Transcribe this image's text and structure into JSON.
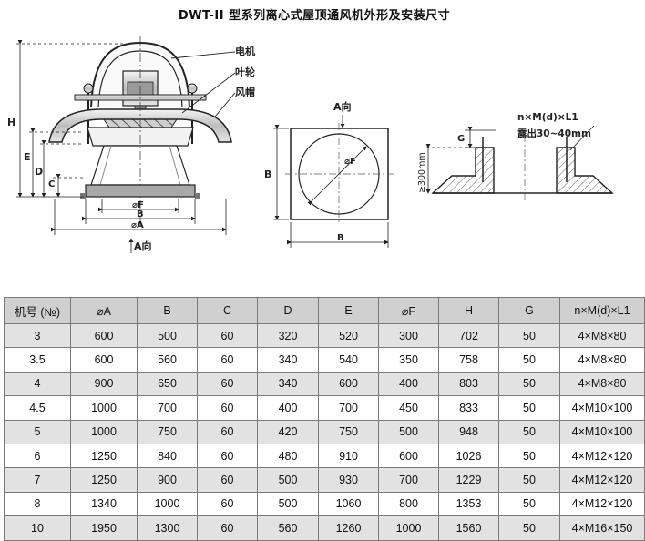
{
  "title": "DWT-II 型系列离心式屋顶通风机外形及安装尺寸",
  "drawing": {
    "front_view": {
      "callouts": [
        "电机",
        "叶轮",
        "风帽"
      ],
      "dims": [
        "H",
        "E",
        "D",
        "C",
        "⌀F",
        "B",
        "⌀A"
      ],
      "arrow_label": "A向"
    },
    "top_view": {
      "view_label": "A向",
      "dims": [
        "⌀F",
        "B",
        "B"
      ]
    },
    "base_view": {
      "bolt_label": "n×M(d)×L1",
      "expose_label": "露出30~40mm",
      "dims": [
        "G",
        "≥300mm"
      ]
    }
  },
  "table": {
    "headers": [
      "机号 (№)",
      "⌀A",
      "B",
      "C",
      "D",
      "E",
      "⌀F",
      "H",
      "G",
      "n×M(d)×L1"
    ],
    "rows": [
      [
        "3",
        "600",
        "500",
        "60",
        "320",
        "520",
        "300",
        "702",
        "50",
        "4×M8×80"
      ],
      [
        "3.5",
        "600",
        "560",
        "60",
        "340",
        "540",
        "350",
        "758",
        "50",
        "4×M8×80"
      ],
      [
        "4",
        "900",
        "650",
        "60",
        "340",
        "600",
        "400",
        "803",
        "50",
        "4×M8×80"
      ],
      [
        "4.5",
        "1000",
        "700",
        "60",
        "400",
        "700",
        "450",
        "833",
        "50",
        "4×M10×100"
      ],
      [
        "5",
        "1000",
        "750",
        "60",
        "420",
        "750",
        "500",
        "948",
        "50",
        "4×M10×100"
      ],
      [
        "6",
        "1250",
        "840",
        "60",
        "480",
        "910",
        "600",
        "1026",
        "50",
        "4×M12×120"
      ],
      [
        "7",
        "1250",
        "900",
        "60",
        "500",
        "930",
        "700",
        "1229",
        "50",
        "4×M12×120"
      ],
      [
        "8",
        "1340",
        "1000",
        "60",
        "500",
        "1060",
        "800",
        "1353",
        "50",
        "4×M12×120"
      ],
      [
        "10",
        "1950",
        "1300",
        "60",
        "560",
        "1260",
        "1000",
        "1560",
        "50",
        "4×M16×150"
      ]
    ]
  }
}
